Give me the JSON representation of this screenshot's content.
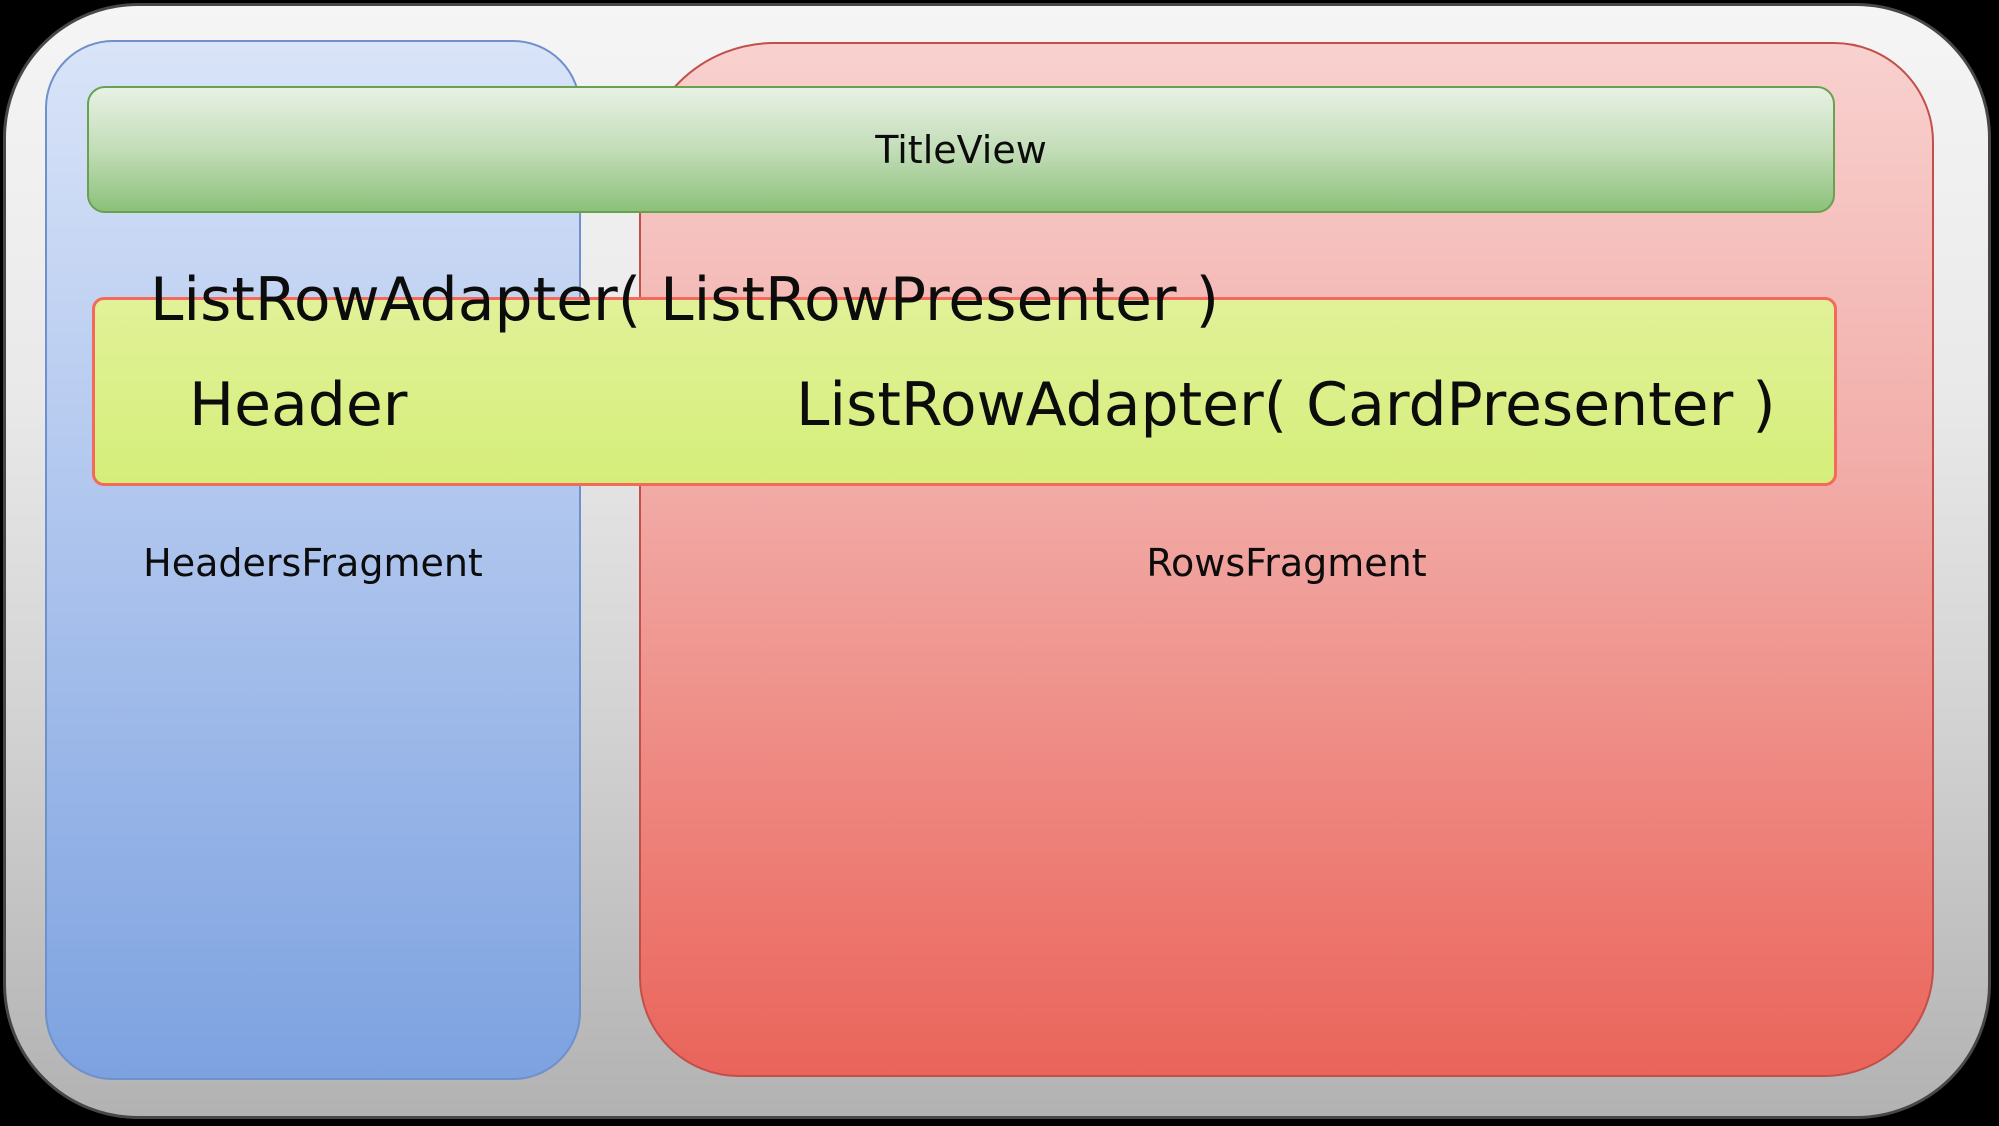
{
  "diagram": {
    "title_view": {
      "label": "TitleView"
    },
    "headers_fragment": {
      "label": "HeadersFragment"
    },
    "rows_fragment": {
      "label": "RowsFragment"
    },
    "adapter_overlay": {
      "line1": "ListRowAdapter( ListRowPresenter )",
      "header": "Header",
      "line2": "ListRowAdapter( CardPresenter )"
    }
  },
  "colors": {
    "page_bg": "#000000",
    "text": "#0c0c0c",
    "frame_border": "#474747",
    "frame_top": "#f5f5f5",
    "frame_bottom": "#b2b2b2",
    "blue_border": "#7090cb",
    "blue_top": "#d9e4f8",
    "blue_bottom": "#7da2e0",
    "red_border": "#c24f49",
    "red_top": "#f8d1cf",
    "red_bottom": "#ea645a",
    "green_border": "#68a14f",
    "green_top": "#e7f1e4",
    "green_bottom": "#8cc17a",
    "yellow_border": "#f4695c",
    "yellow_top": "#e1f198",
    "yellow_bottom": "#d5ee7a"
  }
}
